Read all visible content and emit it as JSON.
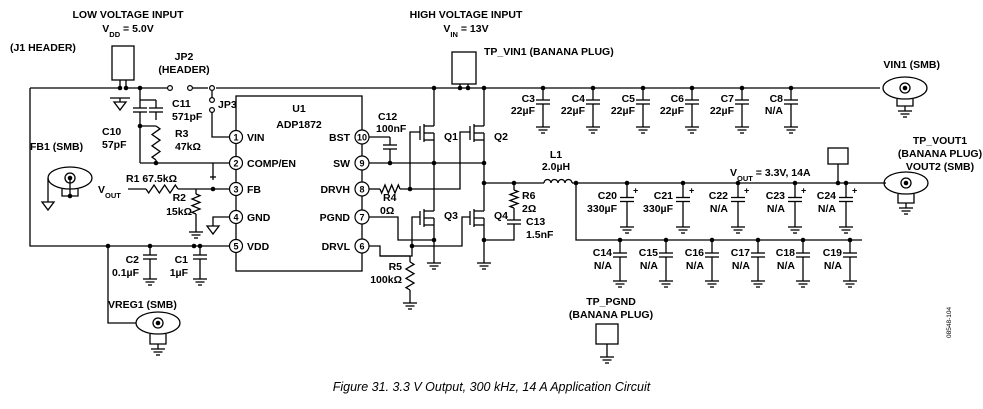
{
  "labels": {
    "low_voltage_input": "LOW VOLTAGE INPUT",
    "vdd_value": "V<sub>DD</sub> = 5.0V",
    "j1_header": "(J1 HEADER)",
    "jp2": "JP2",
    "jp2_header": "(HEADER)",
    "jp3": "JP3",
    "fb1": "FB1 (SMB)",
    "vout_left": "V<sub>OUT</sub>",
    "vreg1": "VREG1 (SMB)",
    "high_voltage_input": "HIGH VOLTAGE INPUT",
    "vin_value": "V<sub>IN</sub> = 13V",
    "tp_vin1": "TP_VIN1 (BANANA PLUG)",
    "vin1_smb": "VIN1 (SMB)",
    "tp_vout1": "TP_VOUT1",
    "banana_plug": "(BANANA PLUG)",
    "vout2": "VOUT2 (SMB)",
    "vout_spec": "V<sub>OUT</sub> = 3.3V, 14A",
    "tp_pgnd": "TP_PGND",
    "tp_pgnd_plug": "(BANANA PLUG)",
    "q1": "Q1",
    "q2": "Q2",
    "q3": "Q3",
    "q4": "Q4"
  },
  "ic": {
    "ref": "U1",
    "part": "ADP1872",
    "pins": [
      {
        "num": "1",
        "name": "VIN"
      },
      {
        "num": "2",
        "name": "COMP/EN"
      },
      {
        "num": "3",
        "name": "FB"
      },
      {
        "num": "4",
        "name": "GND"
      },
      {
        "num": "5",
        "name": "VDD"
      },
      {
        "num": "10",
        "name": "BST"
      },
      {
        "num": "9",
        "name": "SW"
      },
      {
        "num": "8",
        "name": "DRVH"
      },
      {
        "num": "7",
        "name": "PGND"
      },
      {
        "num": "6",
        "name": "DRVL"
      }
    ]
  },
  "components": {
    "c11": {
      "ref": "C11",
      "value": "571pF"
    },
    "c10": {
      "ref": "C10",
      "value": "57pF"
    },
    "r3": {
      "ref": "R3",
      "value": "47kΩ"
    },
    "r1": {
      "ref": "R1",
      "value": "67.5kΩ"
    },
    "r2": {
      "ref": "R2",
      "value": "15kΩ"
    },
    "c2": {
      "ref": "C2",
      "value": "0.1µF"
    },
    "c1": {
      "ref": "C1",
      "value": "1µF"
    },
    "c12": {
      "ref": "C12",
      "value": "100nF"
    },
    "r4": {
      "ref": "R4",
      "value": "0Ω"
    },
    "r5": {
      "ref": "R5",
      "value": "100kΩ"
    },
    "l1": {
      "ref": "L1",
      "value": "2.0µH"
    },
    "r6": {
      "ref": "R6",
      "value": "2Ω"
    },
    "c13": {
      "ref": "C13",
      "value": "1.5nF"
    }
  },
  "input_caps": [
    {
      "ref": "C3",
      "value": "22µF"
    },
    {
      "ref": "C4",
      "value": "22µF"
    },
    {
      "ref": "C5",
      "value": "22µF"
    },
    {
      "ref": "C6",
      "value": "22µF"
    },
    {
      "ref": "C7",
      "value": "22µF"
    },
    {
      "ref": "C8",
      "value": "N/A"
    }
  ],
  "output_caps_top": [
    {
      "ref": "C20",
      "value": "330µF"
    },
    {
      "ref": "C21",
      "value": "330µF"
    },
    {
      "ref": "C22",
      "value": "N/A"
    },
    {
      "ref": "C23",
      "value": "N/A"
    },
    {
      "ref": "C24",
      "value": "N/A"
    }
  ],
  "output_caps_bottom": [
    {
      "ref": "C14",
      "value": "N/A"
    },
    {
      "ref": "C15",
      "value": "N/A"
    },
    {
      "ref": "C16",
      "value": "N/A"
    },
    {
      "ref": "C17",
      "value": "N/A"
    },
    {
      "ref": "C18",
      "value": "N/A"
    },
    {
      "ref": "C19",
      "value": "N/A"
    }
  ],
  "caption": "Figure 31. 3.3 V Output, 300 kHz, 14 A Application Circuit",
  "figure_id": "08548-104"
}
